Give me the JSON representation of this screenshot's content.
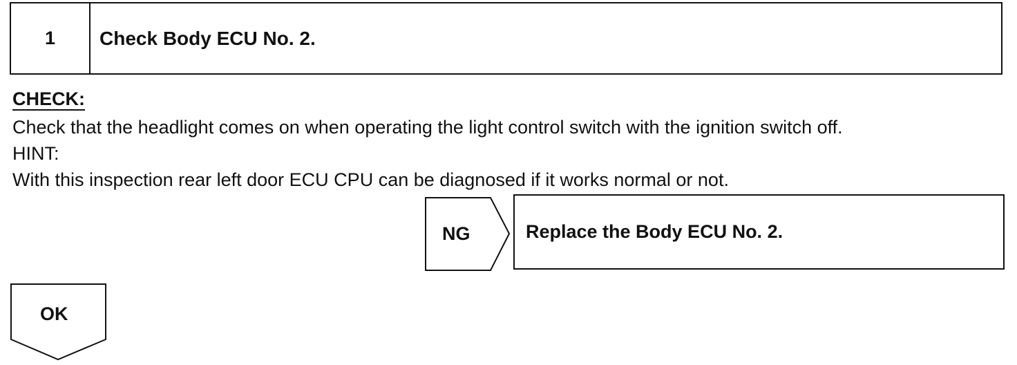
{
  "step": {
    "number": "1",
    "title": "Check Body ECU No. 2."
  },
  "check": {
    "heading": "CHECK:",
    "instruction": "Check that the headlight comes on when operating the light control switch with the ignition switch off.",
    "hint_label": "HINT:",
    "hint_text": "With this inspection rear left door ECU CPU can be diagnosed if it works normal or not."
  },
  "ng_branch": {
    "label": "NG",
    "action": "Replace the Body ECU No. 2."
  },
  "ok_branch": {
    "label": "OK"
  }
}
